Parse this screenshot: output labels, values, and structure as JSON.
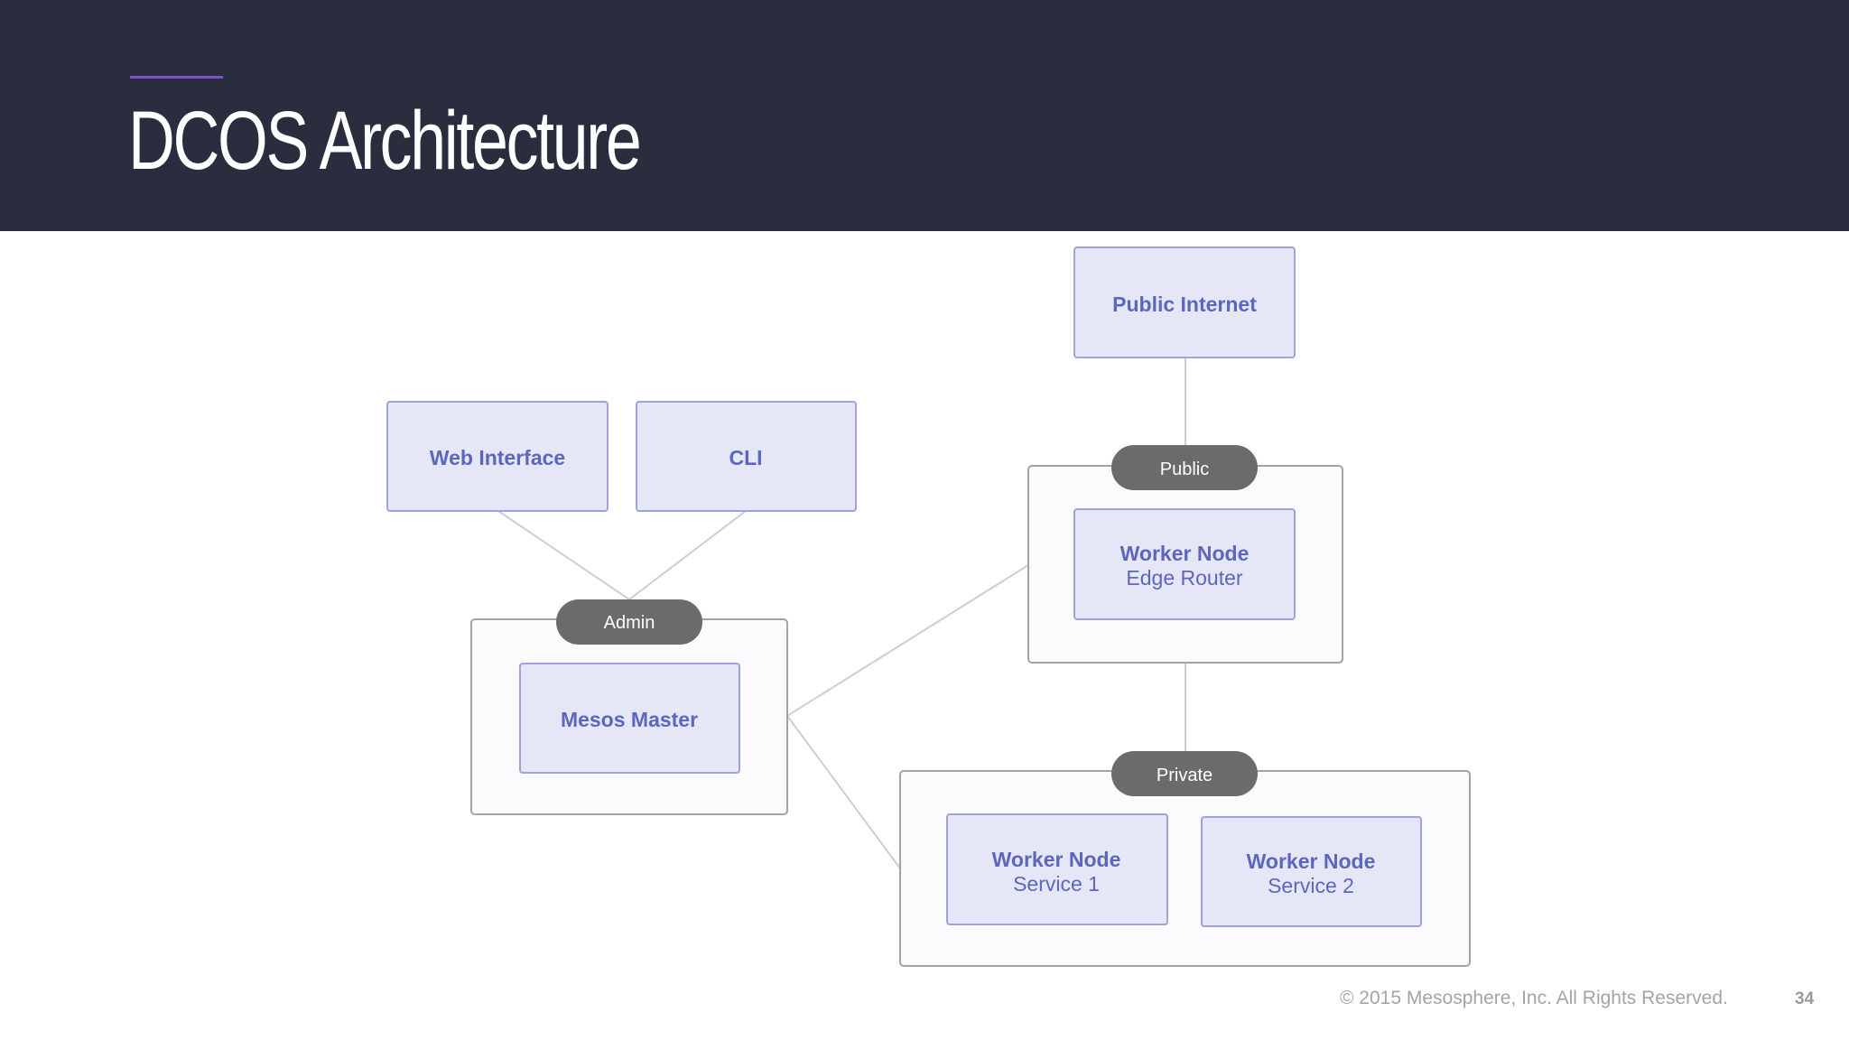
{
  "slide": {
    "title": "DCOS Architecture",
    "footer": "© 2015 Mesosphere, Inc. All Rights Reserved.",
    "page_number": "34"
  },
  "diagram": {
    "groups": {
      "admin": "Admin",
      "public": "Public",
      "private": "Private"
    },
    "nodes": {
      "public_internet": "Public Internet",
      "web_interface": "Web Interface",
      "cli": "CLI",
      "mesos_master": "Mesos Master",
      "edge_router": {
        "title": "Worker Node",
        "subtitle": "Edge Router"
      },
      "service1": {
        "title": "Worker Node",
        "subtitle": "Service 1"
      },
      "service2": {
        "title": "Worker Node",
        "subtitle": "Service 2"
      }
    }
  },
  "colors": {
    "header_bg": "#2a2d3d",
    "accent": "#7c4fc9",
    "node_fill": "#e5e7f6",
    "node_border": "#9ea3d8",
    "node_text": "#5d66be",
    "group_border": "#a3a3a3",
    "pill": "#6b6b6b",
    "connector": "#cfcbd8"
  }
}
